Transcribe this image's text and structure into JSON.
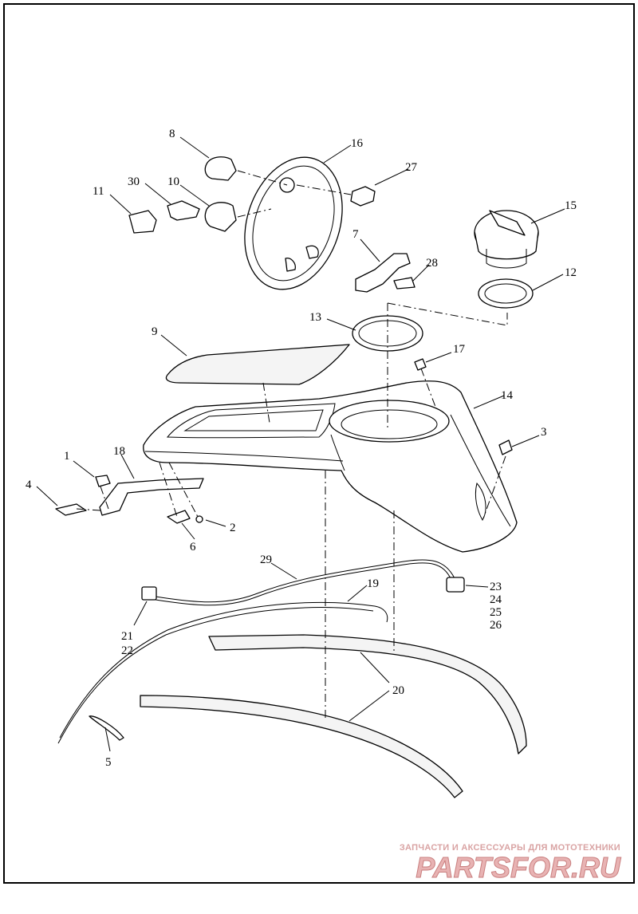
{
  "callouts": {
    "c1": "1",
    "c2": "2",
    "c3": "3",
    "c4": "4",
    "c5": "5",
    "c6": "6",
    "c7": "7",
    "c8": "8",
    "c9": "9",
    "c10": "10",
    "c11": "11",
    "c12": "12",
    "c13": "13",
    "c14": "14",
    "c15": "15",
    "c16": "16",
    "c17": "17",
    "c18": "18",
    "c19": "19",
    "c20": "20",
    "c21": "21",
    "c22": "22",
    "c23": "23",
    "c24": "24",
    "c25": "25",
    "c26": "26",
    "c27": "27",
    "c28": "28",
    "c29": "29",
    "c30": "30"
  },
  "watermark": {
    "tagline": "ЗАПЧАСТИ И АКСЕССУАРЫ ДЛЯ МОТОТЕХНИКИ",
    "logo": "PARTSFOR.RU"
  }
}
